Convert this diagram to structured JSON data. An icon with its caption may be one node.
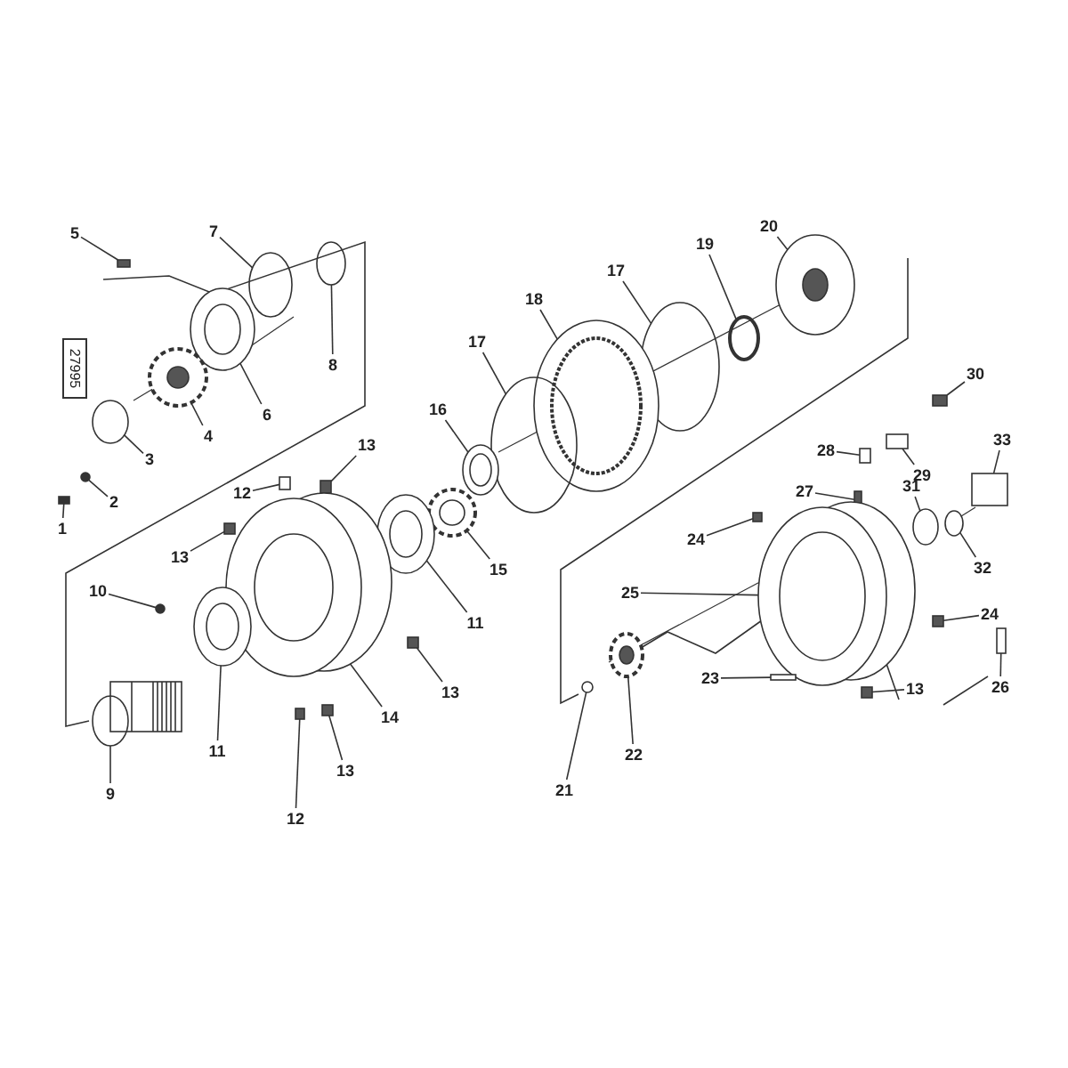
{
  "diagram": {
    "nodes": [
      {
        "text": [
          "5"
        ]
      },
      {
        "text": [
          "7"
        ]
      },
      {
        "text": [
          "8"
        ]
      },
      {
        "text": [
          "6"
        ]
      },
      {
        "text": [
          "4"
        ]
      },
      {
        "text": [
          "3"
        ]
      },
      {
        "text": [
          "2"
        ]
      },
      {
        "text": [
          "1"
        ]
      },
      {
        "text": [
          "20"
        ]
      },
      {
        "text": [
          "19"
        ]
      },
      {
        "text": [
          "17"
        ]
      },
      {
        "text": [
          "18"
        ]
      },
      {
        "text": [
          "17"
        ]
      },
      {
        "text": [
          "16"
        ]
      },
      {
        "text": [
          "12"
        ]
      },
      {
        "text": [
          "13"
        ]
      },
      {
        "text": [
          "13"
        ]
      },
      {
        "text": [
          "15"
        ]
      },
      {
        "text": [
          "11"
        ]
      },
      {
        "text": [
          "30"
        ]
      },
      {
        "text": [
          "28"
        ]
      },
      {
        "text": [
          "29"
        ]
      },
      {
        "text": [
          "27"
        ]
      },
      {
        "text": [
          "31"
        ]
      },
      {
        "text": [
          "33"
        ]
      },
      {
        "text": [
          "24"
        ]
      },
      {
        "text": [
          "25"
        ]
      },
      {
        "text": [
          "32"
        ]
      },
      {
        "text": [
          "10"
        ]
      },
      {
        "text": [
          "24"
        ]
      },
      {
        "text": [
          "13"
        ]
      },
      {
        "text": [
          "23"
        ]
      },
      {
        "text": [
          "26"
        ]
      },
      {
        "text": [
          "13"
        ]
      },
      {
        "text": [
          "14"
        ]
      },
      {
        "text": [
          "11"
        ]
      },
      {
        "text": [
          "13"
        ]
      },
      {
        "text": [
          "22"
        ]
      },
      {
        "text": [
          "21"
        ]
      },
      {
        "text": [
          "9"
        ]
      },
      {
        "text": [
          "12"
        ]
      },
      {
        "text": [],
        "shape": "box"
      },
      {
        "text": [],
        "shape": "circle"
      },
      {
        "text": [],
        "shape": "circle"
      },
      {
        "text": [],
        "shape": "picture"
      },
      {
        "text": [],
        "shape": "picture"
      },
      {
        "text": [],
        "shape": "circle"
      },
      {
        "text": [],
        "shape": "circle"
      },
      {
        "text": [],
        "shape": "box"
      },
      {
        "text": [],
        "shape": "picture"
      },
      {
        "text": [],
        "shape": "circle"
      },
      {
        "text": [],
        "shape": "circle"
      },
      {
        "text": [],
        "shape": "picture"
      },
      {
        "text": [],
        "shape": "circle"
      },
      {
        "text": [],
        "shape": "picture"
      },
      {
        "text": [],
        "shape": "box"
      },
      {
        "text": [],
        "shape": "box"
      },
      {
        "text": [],
        "shape": "box"
      },
      {
        "text": [],
        "shape": "picture"
      },
      {
        "text": [],
        "shape": "picture"
      },
      {
        "text": [],
        "shape": "box"
      },
      {
        "text": [],
        "shape": "box"
      },
      {
        "text": [],
        "shape": "box"
      },
      {
        "text": [],
        "shape": "box"
      },
      {
        "text": [],
        "shape": "circle"
      },
      {
        "text": [],
        "shape": "box"
      },
      {
        "text": [],
        "shape": "box"
      },
      {
        "text": [],
        "shape": "picture"
      },
      {
        "text": [],
        "shape": "circle"
      },
      {
        "text": [],
        "shape": "circle"
      },
      {
        "text": [],
        "shape": "box"
      },
      {
        "text": [],
        "shape": "box"
      },
      {
        "text": [],
        "shape": "box"
      },
      {
        "text": [],
        "shape": "box"
      },
      {
        "text": [],
        "shape": "box"
      },
      {
        "text": [],
        "shape": "picture"
      },
      {
        "text": [],
        "shape": "picture"
      },
      {
        "text": [],
        "shape": "box"
      },
      {
        "text": [],
        "shape": "picture"
      },
      {
        "text": [],
        "shape": "circle"
      },
      {
        "text": [],
        "shape": "picture"
      },
      {
        "text": [],
        "shape": "box"
      }
    ],
    "edges": [
      {
        "from": 0,
        "to": 41,
        "arrow": "none"
      },
      {
        "from": 1,
        "to": 42,
        "arrow": "none"
      },
      {
        "from": 2,
        "to": 43,
        "arrow": "none"
      },
      {
        "from": 3,
        "to": 44,
        "arrow": "none"
      },
      {
        "from": 4,
        "to": 45,
        "arrow": "none"
      },
      {
        "from": 5,
        "to": 46,
        "arrow": "none"
      },
      {
        "from": 6,
        "to": 47,
        "arrow": "none"
      },
      {
        "from": 7,
        "to": 48,
        "arrow": "none"
      },
      {
        "from": 8,
        "to": 49,
        "arrow": "none"
      },
      {
        "from": 9,
        "to": 50,
        "arrow": "none"
      },
      {
        "from": 10,
        "to": 51,
        "arrow": "none"
      },
      {
        "from": 11,
        "to": 52,
        "arrow": "none"
      },
      {
        "from": 12,
        "to": 53,
        "arrow": "none"
      },
      {
        "from": 13,
        "to": 54,
        "arrow": "none"
      },
      {
        "from": 14,
        "to": 55,
        "arrow": "none"
      },
      {
        "from": 15,
        "to": 56,
        "arrow": "none"
      },
      {
        "from": 16,
        "to": 57,
        "arrow": "none"
      },
      {
        "from": 17,
        "to": 58,
        "arrow": "none"
      },
      {
        "from": 18,
        "to": 59,
        "arrow": "none"
      },
      {
        "from": 19,
        "to": 60,
        "arrow": "none"
      },
      {
        "from": 20,
        "to": 61,
        "arrow": "none"
      },
      {
        "from": 21,
        "to": 62,
        "arrow": "none"
      },
      {
        "from": 22,
        "to": 63,
        "arrow": "none"
      },
      {
        "from": 23,
        "to": 64,
        "arrow": "none"
      },
      {
        "from": 24,
        "to": 65,
        "arrow": "none"
      },
      {
        "from": 25,
        "to": 66,
        "arrow": "none"
      },
      {
        "from": 26,
        "to": 67,
        "arrow": "none"
      },
      {
        "from": 27,
        "to": 68,
        "arrow": "none"
      },
      {
        "from": 28,
        "to": 69,
        "arrow": "none"
      },
      {
        "from": 29,
        "to": 70,
        "arrow": "none"
      },
      {
        "from": 30,
        "to": 71,
        "arrow": "none"
      },
      {
        "from": 31,
        "to": 72,
        "arrow": "none"
      },
      {
        "from": 32,
        "to": 73,
        "arrow": "none"
      },
      {
        "from": 33,
        "to": 74,
        "arrow": "none"
      },
      {
        "from": 34,
        "to": 75,
        "arrow": "none"
      },
      {
        "from": 35,
        "to": 76,
        "arrow": "none"
      },
      {
        "from": 36,
        "to": 77,
        "arrow": "none"
      },
      {
        "from": 37,
        "to": 78,
        "arrow": "none"
      },
      {
        "from": 38,
        "to": 79,
        "arrow": "none"
      },
      {
        "from": 39,
        "to": 80,
        "arrow": "none"
      },
      {
        "from": 40,
        "to": 81,
        "arrow": "none"
      }
    ],
    "labels": [
      "27995"
    ]
  }
}
